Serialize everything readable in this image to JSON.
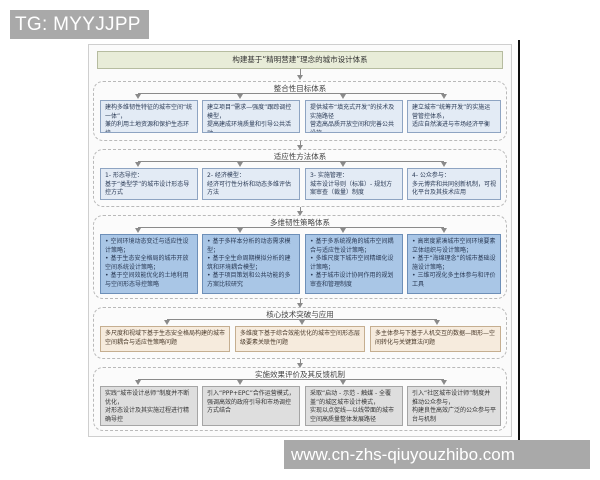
{
  "watermarks": {
    "top": "TG: MYYJJPP",
    "bottom": "www.cn-zhs-qiuyouzhibo.com"
  },
  "colors": {
    "title_fill": "#e8ecd8",
    "goal_fill": "#e3ebf5",
    "method_fill": "#e3ebf5",
    "strategy_fill": "#a9c6e6",
    "tech_fill": "#f6ebdd",
    "eval_fill": "#dedede",
    "watermark_bg": "#a9a9a9"
  },
  "diagram": {
    "title": "构建基于“精明营建”理念的城市设计体系",
    "groups": [
      {
        "title": "整合性目标体系",
        "boxes": [
          {
            "lines": [
              "建构多维韧性特征的城市空间“统一体”，",
              "兼的利用土地资源和保护生态环境"
            ]
          },
          {
            "lines": [
              "建立项目“需求—强度”跟踪调控模型，",
              "提高建成环境质量和引导公共活动"
            ]
          },
          {
            "lines": [
              "提供城市“填充式开发”的技术及实施路径",
              "营造高品质开放空间和完善公共设施"
            ]
          },
          {
            "lines": [
              "建立城市“统筹开发”的实施运营管控体系，",
              "适应自然演进与市场经济平衡"
            ]
          }
        ]
      },
      {
        "title": "适应性方法体系",
        "boxes": [
          {
            "lines": [
              "1- 形态导控：",
              "基于“类型学”的城市设计形态导控方式"
            ]
          },
          {
            "lines": [
              "2- 经济模型：",
              "经济可行性分析和动态多维评估方法"
            ]
          },
          {
            "lines": [
              "3- 实施管理：",
              "城市设计导则（标准）- 规划方案审查（裁量）制度"
            ]
          },
          {
            "lines": [
              "4- 公众参与：",
              "多元博弈和共同创新机制，可视化平台及其技术应用"
            ]
          }
        ]
      },
      {
        "title": "多维韧性策略体系",
        "boxes": [
          {
            "lines": [
              "• 空间环境动态变迁与适应性设计策略；",
              "• 基于生态安全格局的城市开放空间系统设计策略；",
              "• 基于空间效能优化的土地利用与空间形态导控策略"
            ]
          },
          {
            "lines": [
              "• 基于多样本分析的动态需求模型；",
              "• 基于全生命周期模拟分析的建筑和环境耦合模型；",
              "• 基于项目策划和公共功能的多方案比较研究"
            ]
          },
          {
            "lines": [
              "• 基于多系统视角的城市空间耦合与适应性设计策略；",
              "• 多维尺度下城市空间精细化设计策略；",
              "• 基于城市设计协同作用的规划审查和管理制度"
            ]
          },
          {
            "lines": [
              "• 高密度紧凑城市空间环境要素立体组织与设计策略；",
              "• 基于“海绵理念”的城市基础设施设计策略；",
              "• 三维可视化多主体参与和评价工具"
            ]
          }
        ]
      },
      {
        "title": "核心技术突破与应用",
        "boxes": [
          {
            "lines": [
              "多尺度和视域下基于生态安全格局构建的城市空间耦合与适应性策略问题"
            ]
          },
          {
            "lines": [
              "多维度下基于综合效能优化的城市空间形态层级要素关联性问题"
            ]
          },
          {
            "lines": [
              "多主体参与下基于人机交互的数据—图形—空间转化与关键算法问题"
            ]
          }
        ]
      },
      {
        "title": "实施效果评价及其反馈机制",
        "boxes": [
          {
            "lines": [
              "实践“城市设计总师”制度并不断优化，",
              "对形态设计及其实施过程进行精确导控"
            ]
          },
          {
            "lines": [
              "引入“PPP+EPC”合作运营模式，",
              "强调高效的政府引导和市场调控方式结合"
            ]
          },
          {
            "lines": [
              "采取“启动 - 示范 - 触媒 - 全覆盖”的城区城市设计模式，",
              "实现以点促线—以线带面的城市空间高质量整体发展路径"
            ]
          },
          {
            "lines": [
              "引入“社区城市设计师”制度并推动公众参与，",
              "构建良性高效广泛的公众参与平台与机制"
            ]
          }
        ]
      }
    ]
  }
}
